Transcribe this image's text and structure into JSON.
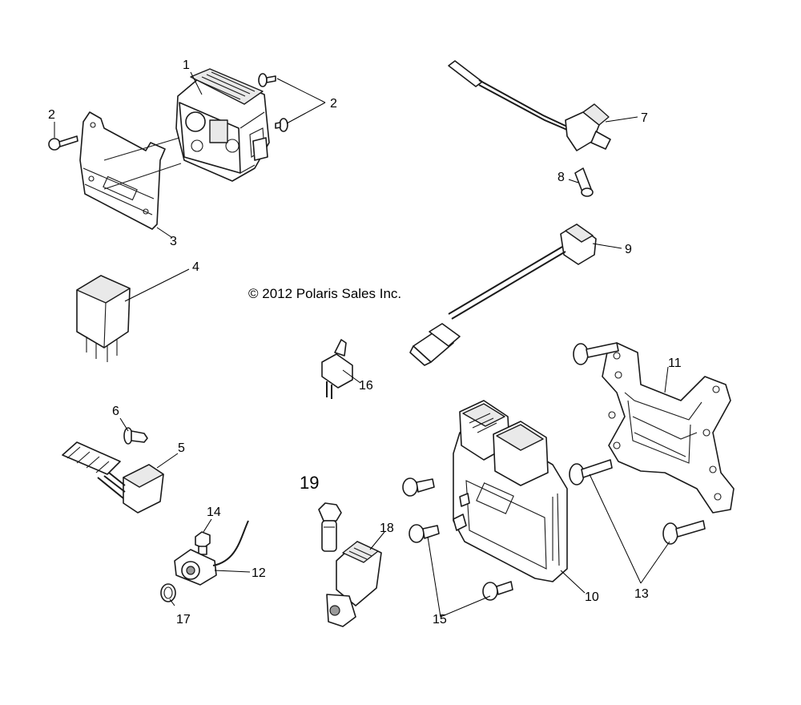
{
  "copyright": "© 2012 Polaris Sales Inc.",
  "callouts": [
    {
      "id": "c1",
      "label": "1"
    },
    {
      "id": "c2a",
      "label": "2"
    },
    {
      "id": "c2b",
      "label": "2"
    },
    {
      "id": "c3",
      "label": "3"
    },
    {
      "id": "c4",
      "label": "4"
    },
    {
      "id": "c5",
      "label": "5"
    },
    {
      "id": "c6",
      "label": "6"
    },
    {
      "id": "c7",
      "label": "7"
    },
    {
      "id": "c8",
      "label": "8"
    },
    {
      "id": "c9",
      "label": "9"
    },
    {
      "id": "c10",
      "label": "10"
    },
    {
      "id": "c11",
      "label": "11"
    },
    {
      "id": "c12",
      "label": "12"
    },
    {
      "id": "c13",
      "label": "13"
    },
    {
      "id": "c14",
      "label": "14"
    },
    {
      "id": "c15",
      "label": "15"
    },
    {
      "id": "c16",
      "label": "16"
    },
    {
      "id": "c17",
      "label": "17"
    },
    {
      "id": "c18",
      "label": "18"
    },
    {
      "id": "c19",
      "label": "19"
    }
  ]
}
